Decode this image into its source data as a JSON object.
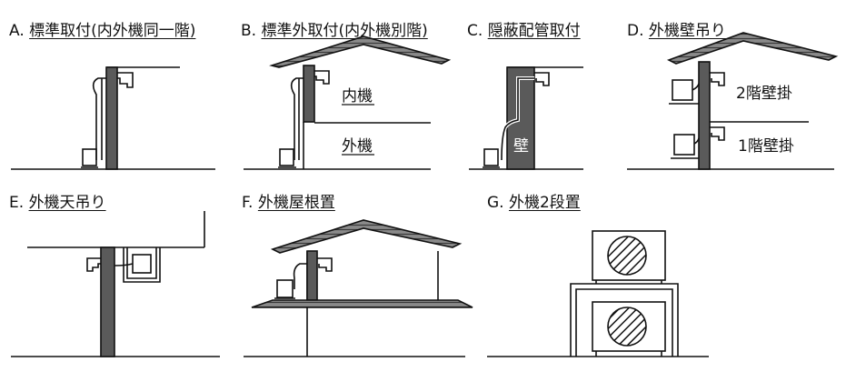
{
  "panels": [
    {
      "key": "A",
      "prefix": "A.",
      "title": "標準取付(内外機同一階)"
    },
    {
      "key": "B",
      "prefix": "B.",
      "title": "標準外取付(内外機別階)"
    },
    {
      "key": "C",
      "prefix": "C.",
      "title": "隠蔽配管取付"
    },
    {
      "key": "D",
      "prefix": "D.",
      "title": "外機壁吊り"
    },
    {
      "key": "E",
      "prefix": "E.",
      "title": "外機天吊り"
    },
    {
      "key": "F",
      "prefix": "F.",
      "title": "外機屋根置"
    },
    {
      "key": "G",
      "prefix": "G.",
      "title": "外機2段置"
    }
  ],
  "labels": {
    "B_indoor": "内機",
    "B_outdoor": "外機",
    "C_wall": "壁",
    "D_floor2": "2階壁掛",
    "D_floor1": "1階壁掛"
  },
  "colors": {
    "wall": "#5a5a5a",
    "roof": "#6e6e6e",
    "line": "#111111"
  }
}
